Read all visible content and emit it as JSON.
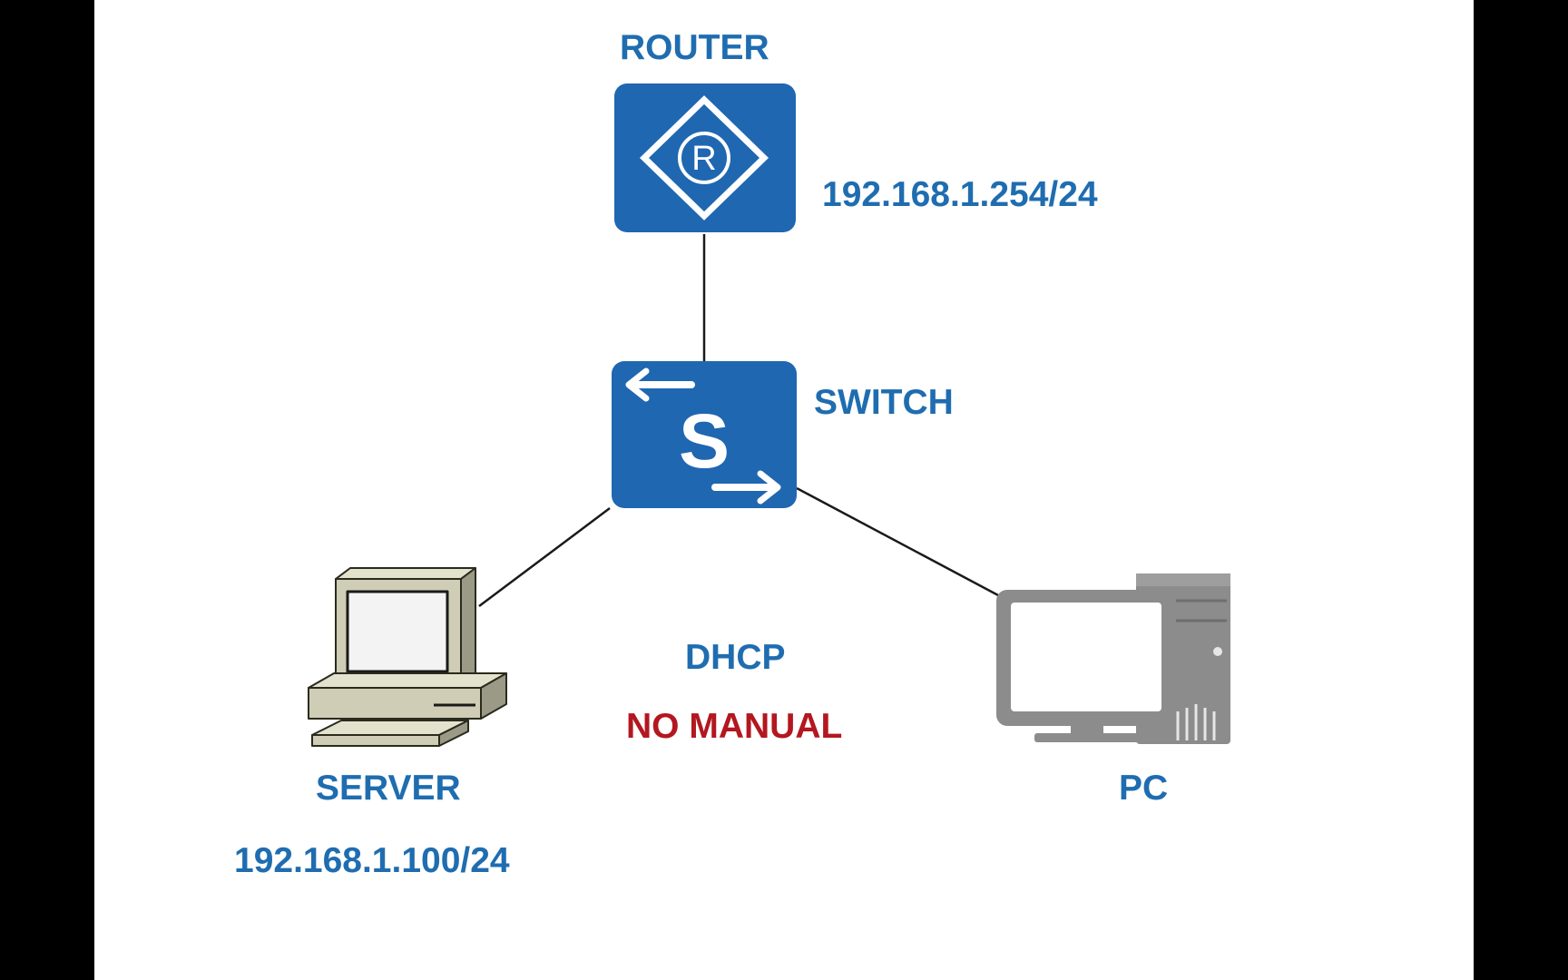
{
  "labels": {
    "router": "ROUTER",
    "router_ip": "192.168.1.254/24",
    "switch": "SWITCH",
    "server": "SERVER",
    "server_ip": "192.168.1.100/24",
    "pc": "PC",
    "dhcp": "DHCP",
    "no_manual": "NO MANUAL"
  },
  "icons": {
    "router_letter": "R",
    "switch_letter": "S"
  },
  "colors": {
    "label_blue": "#1f6db0",
    "warning_red": "#b3171f",
    "device_blue": "#1f67b1",
    "device_white": "#ffffff"
  }
}
